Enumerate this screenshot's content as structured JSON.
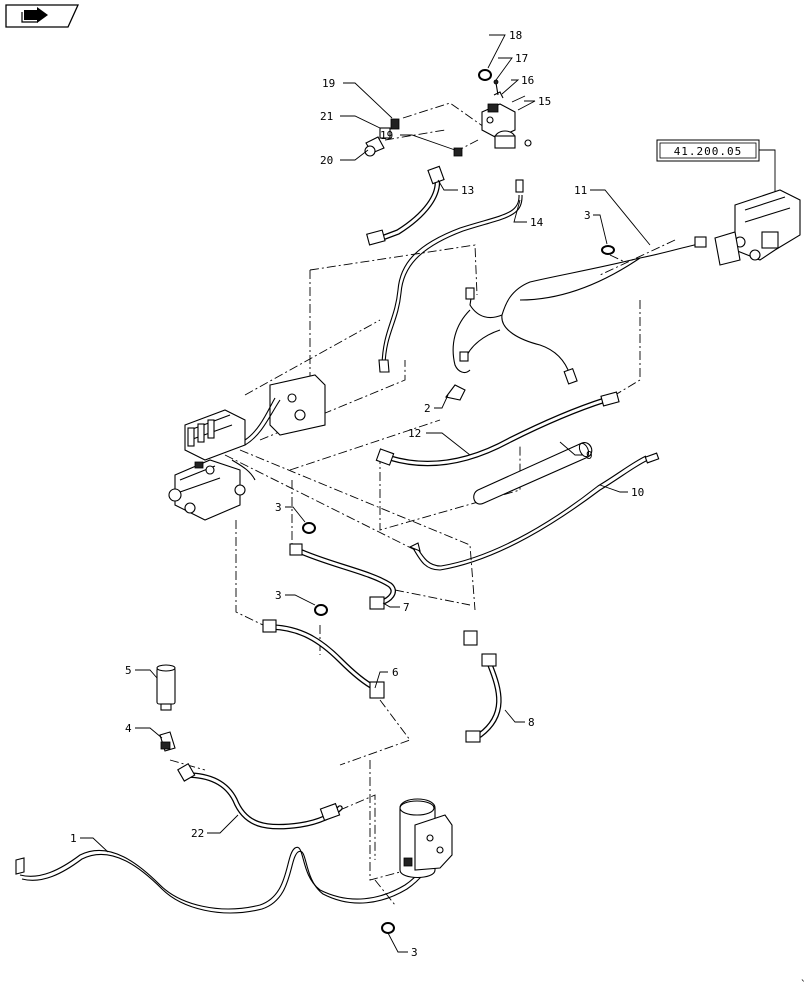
{
  "nav_icon": "book-arrow-icon",
  "reference_box": "41.200.05",
  "callouts": {
    "c1": "1",
    "c2": "2",
    "c3a": "3",
    "c3b": "3",
    "c3c": "3",
    "c3d": "3",
    "c4": "4",
    "c5": "5",
    "c6": "6",
    "c7": "7",
    "c8": "8",
    "c9": "9",
    "c10": "10",
    "c11": "11",
    "c12": "12",
    "c13": "13",
    "c14": "14",
    "c15": "15",
    "c16": "16",
    "c17": "17",
    "c18": "18",
    "c19a": "19",
    "c19b": "19",
    "c20": "20",
    "c21": "21",
    "c22": "22"
  }
}
